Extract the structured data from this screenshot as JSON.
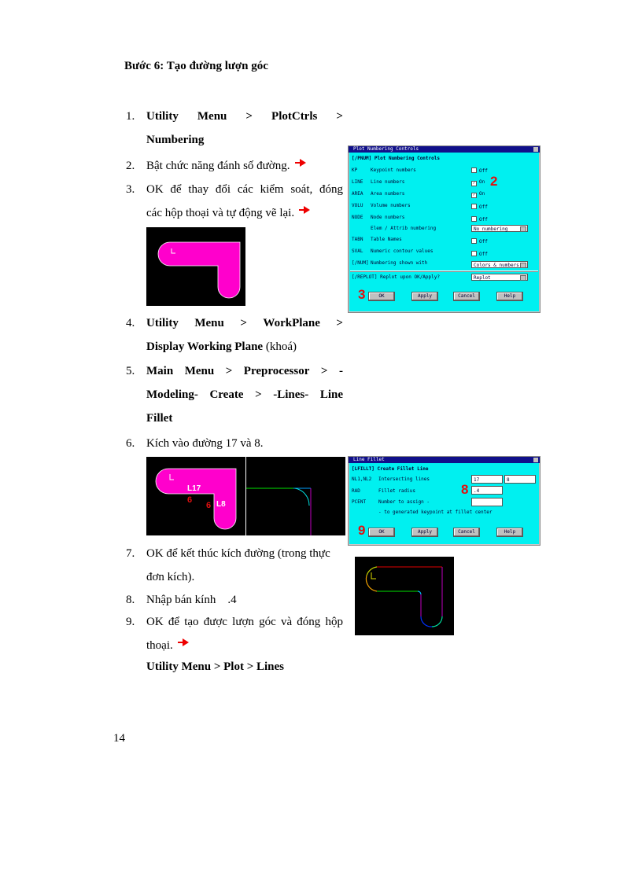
{
  "heading": "Bước 6: Tạo đường lượn góc",
  "steps": [
    {
      "num": "1.",
      "line1": [
        "Utility",
        "Menu",
        ">",
        "PlotCtrls",
        ">"
      ],
      "line2": "Numbering"
    },
    {
      "num": "2.",
      "text": "Bật chức năng đánh số đường."
    },
    {
      "num": "3.",
      "line1": "OK để thay đổi các kiểm soát, đóng",
      "line2": "các hộp thoại và tự động vẽ lại."
    },
    {
      "num": "4.",
      "line1": [
        "Utility",
        "Menu",
        ">",
        "WorkPlane",
        ">"
      ],
      "line2_bold": "Display Working Plane",
      "line2_normal": " (khoá)"
    },
    {
      "num": "5.",
      "line1": [
        "Main",
        "Menu",
        ">",
        "Preprocessor",
        ">",
        "-"
      ],
      "line2": [
        "Modeling-",
        "Create",
        ">",
        "-Lines-",
        "Line"
      ],
      "line3": "Fillet"
    },
    {
      "num": "6.",
      "text": "Kích vào đường 17 và 8."
    },
    {
      "num": "7.",
      "line1": "OK để kết thúc kích đường (trong thực",
      "line2": "đơn kích)."
    },
    {
      "num": "8.",
      "text": "Nhập bán kính    .4"
    },
    {
      "num": "9.",
      "line1": "OK để tạo được lượn góc và đóng hộp",
      "line2": "thoại."
    },
    {
      "num": "",
      "text": "Utility Menu > Plot > Lines"
    }
  ],
  "page_number": "14",
  "numbering_dialog": {
    "title": "Plot Numbering Controls",
    "header": "[/PNUM]  Plot Numbering Controls",
    "rows": [
      {
        "cmd": "KP",
        "label": "Keypoint numbers",
        "state": "Off",
        "checked": false
      },
      {
        "cmd": "LINE",
        "label": "Line numbers",
        "state": "On",
        "checked": true
      },
      {
        "cmd": "AREA",
        "label": "Area numbers",
        "state": "On",
        "checked": true
      },
      {
        "cmd": "VOLU",
        "label": "Volume numbers",
        "state": "Off",
        "checked": false
      },
      {
        "cmd": "NODE",
        "label": "Node numbers",
        "state": "Off",
        "checked": false
      },
      {
        "cmd": "",
        "label": "Elem / Attrib numbering",
        "select": "No numbering"
      },
      {
        "cmd": "TABN",
        "label": "Table Names",
        "state": "Off",
        "checked": false
      },
      {
        "cmd": "SVAL",
        "label": "Numeric contour values",
        "state": "Off",
        "checked": false
      },
      {
        "cmd": "[/NUM]",
        "label": "Numbering shown with",
        "select": "Colors & numbers"
      }
    ],
    "replot_label": "[/REPLOT] Replot upon OK/Apply?",
    "replot_value": "Replot",
    "buttons": [
      "OK",
      "Apply",
      "Cancel",
      "Help"
    ],
    "markers": {
      "line": "2",
      "ok": "3"
    }
  },
  "fillet_dialog": {
    "title": "Line Fillet",
    "header": "[LFILLT]  Create Fillet Line",
    "rows": [
      {
        "cmd": "NL1,NL2",
        "label": "Intersecting lines",
        "value1": "17",
        "value2": "8"
      },
      {
        "cmd": "RAD",
        "label": "Fillet radius",
        "value1": ".4"
      },
      {
        "cmd": "PCENT",
        "label": "Number to assign -",
        "value1": ""
      }
    ],
    "note": "- to generated keypoint at fillet center",
    "buttons": [
      "OK",
      "Apply",
      "Cancel",
      "Help"
    ],
    "markers": {
      "radius": "8",
      "ok": "9"
    }
  },
  "plot_labels": {
    "l17": "L17",
    "l8": "L8",
    "pick1": "6",
    "pick2": "6"
  },
  "colors": {
    "shape": "#ff00cc",
    "dialog_bg": "#00f0f0",
    "title_bar": "#10108a",
    "marker": "#e01010"
  }
}
